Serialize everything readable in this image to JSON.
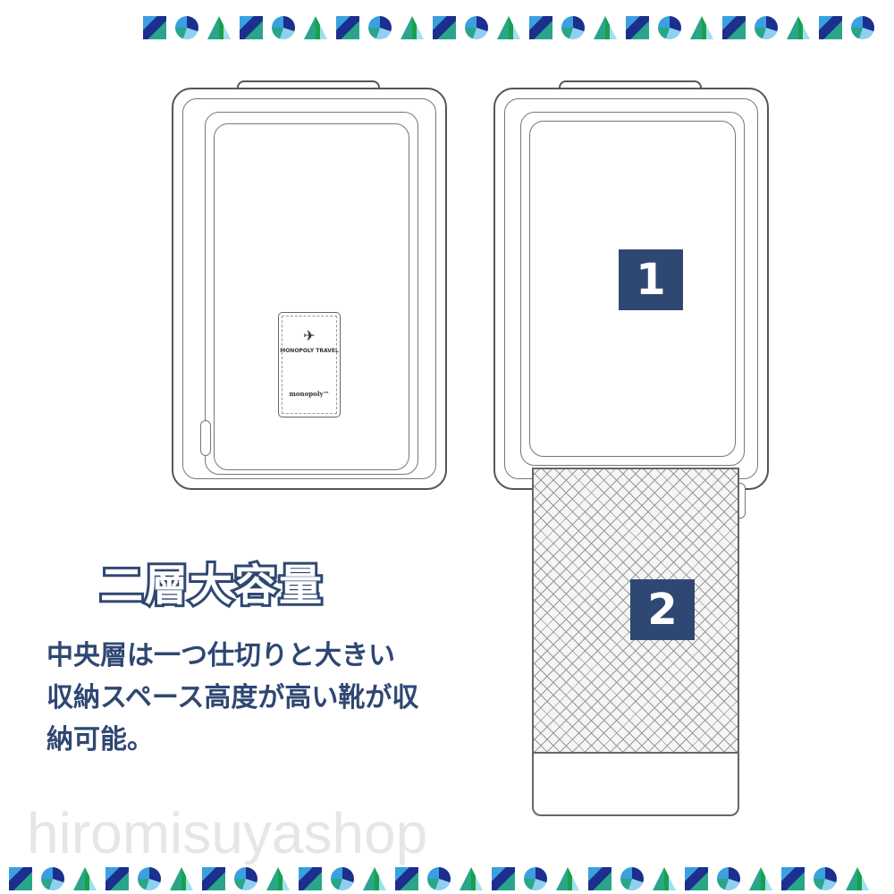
{
  "illustration": {
    "tag_title": "MONOPOLY TRAVEL",
    "tag_brand": "monopoly™",
    "compartment_1": "1",
    "compartment_2": "2"
  },
  "text": {
    "heading": "二層大容量",
    "description_lines": [
      "中央層は一つ仕切りと大きい",
      "収納スペース高度が高い靴が収",
      "納可能。"
    ]
  },
  "watermark": "hiromisuyashop",
  "colors": {
    "accent": "#2f4773",
    "pattern_blue": "#1c2f8e",
    "pattern_teal": "#2aa58a"
  }
}
